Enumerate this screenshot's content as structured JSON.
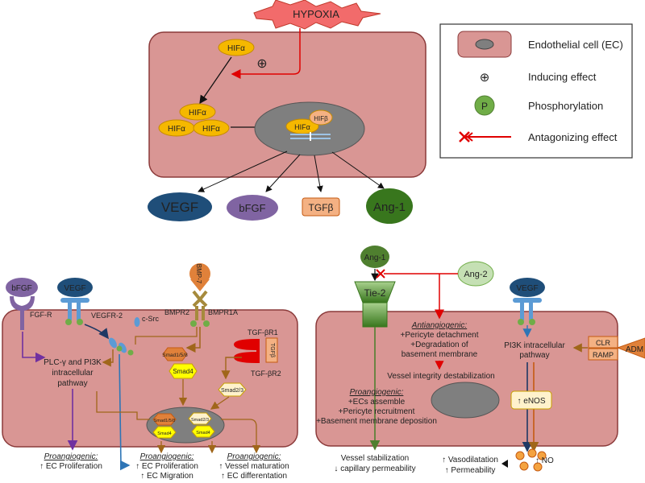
{
  "top": {
    "hypoxia": "HYPOXIA",
    "hif_a": "HIFα",
    "hif_b": "HIFβ",
    "inducing_symbol": "⊕",
    "outputs": [
      "VEGF",
      "bFGF",
      "TGFβ",
      "Ang-1"
    ]
  },
  "legend": {
    "items": [
      "Endothelial cell (EC)",
      "Inducing effect",
      "Phosphorylation",
      "Antagonizing effect"
    ],
    "phos_symbol": "P"
  },
  "left": {
    "bfgf": "bFGF",
    "fgfr": "FGF-R",
    "vegf": "VEGF",
    "vegfr2": "VEGFR-2",
    "csrc": "c-Src",
    "bmp7": "BMP-7",
    "bmpr2": "BMPR2",
    "bmpr1a": "BMPR1A",
    "tgfbr1": "TGF-βR1",
    "tgfbr2": "TGF-βR2",
    "tgfb": "TGFβ",
    "plc_pathway": [
      "PLC-γ and PI3K",
      "intracellular",
      "pathway"
    ],
    "smad158": "Smad1/5/8",
    "smad4": "Smad4",
    "smad23": "Smad2/3",
    "outcome1": {
      "title": "Proangiogenic:",
      "lines": [
        "↑ EC Proliferation"
      ]
    },
    "outcome2": {
      "title": "Proangiogenic:",
      "lines": [
        "↑ EC Proliferation",
        "↑ EC Migration"
      ]
    },
    "outcome3": {
      "title": "Proangiogenic:",
      "lines": [
        "↑ Vessel maturation",
        "↑ EC differentation"
      ]
    }
  },
  "right": {
    "ang1": "Ang-1",
    "ang2": "Ang-2",
    "tie2": "Tie-2",
    "vegf": "VEGF",
    "anti_title": "Antiangiogenic:",
    "anti_lines": [
      "+Pericyte detachment",
      "+Degradation of",
      "basement membrane"
    ],
    "vessel_destab": "Vessel integrity destabilization",
    "pro_title": "Proangiogenic:",
    "pro_lines": [
      "+ECs assemble",
      "+Pericyte recruitment",
      "+Basement membrane deposition"
    ],
    "pi3k_lines": [
      "PI3K intracellular",
      "pathway"
    ],
    "clr": "CLR",
    "ramp": "RAMP",
    "adm": "ADM",
    "enos": "↑ eNOS",
    "no": "↑ NO",
    "stab_lines": [
      "Vessel stabilization",
      "↓ capillary permeability"
    ],
    "vaso_lines": [
      "↑ Vasodilatation",
      "↑ Permeability"
    ]
  },
  "colors": {
    "cell_fill": "#d99694",
    "cell_stroke": "#8b3a3a",
    "nucleus": "#7f7f7f",
    "hif": "#f5b800",
    "vegf": "#1f4e79",
    "bfgf": "#8064a2",
    "tgfb": "#f4b183",
    "ang1": "#4f7f2f",
    "red": "#e00000",
    "brown": "#a0661a",
    "purple": "#7030a0",
    "blue": "#2e75b6",
    "phos": "#70ad47"
  }
}
